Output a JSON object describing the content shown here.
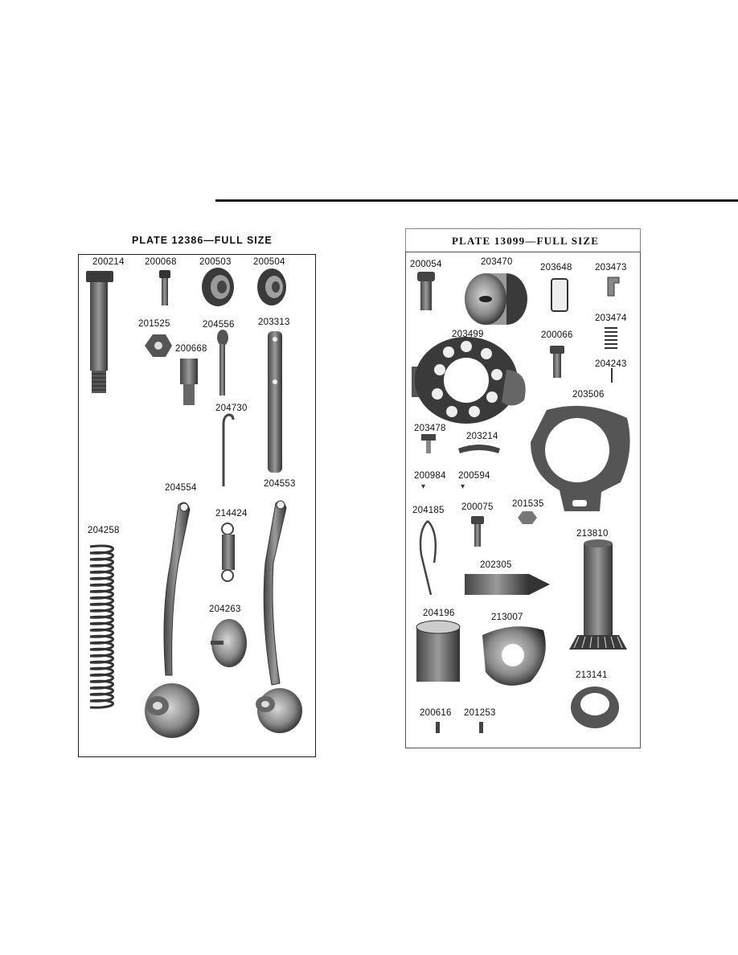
{
  "left_plate": {
    "title": "PLATE 12386—FULL SIZE",
    "parts": [
      "200214",
      "200068",
      "200503",
      "200504",
      "201525",
      "204556",
      "200668",
      "203313",
      "204730",
      "204554",
      "204553",
      "214424",
      "204258",
      "204263"
    ]
  },
  "right_plate": {
    "title": "PLATE 13099—FULL SIZE",
    "parts": [
      "200054",
      "203470",
      "203648",
      "203473",
      "203474",
      "203499",
      "200066",
      "204243",
      "203506",
      "203478",
      "203214",
      "200984",
      "200594",
      "204185",
      "200075",
      "201535",
      "213810",
      "202305",
      "204196",
      "213007",
      "213141",
      "200616",
      "201253"
    ]
  },
  "colors": {
    "ink": "#1a1a1a",
    "part_dark": "#3a3a3a",
    "part_mid": "#7a7a7a",
    "part_light": "#c8c8c8"
  }
}
